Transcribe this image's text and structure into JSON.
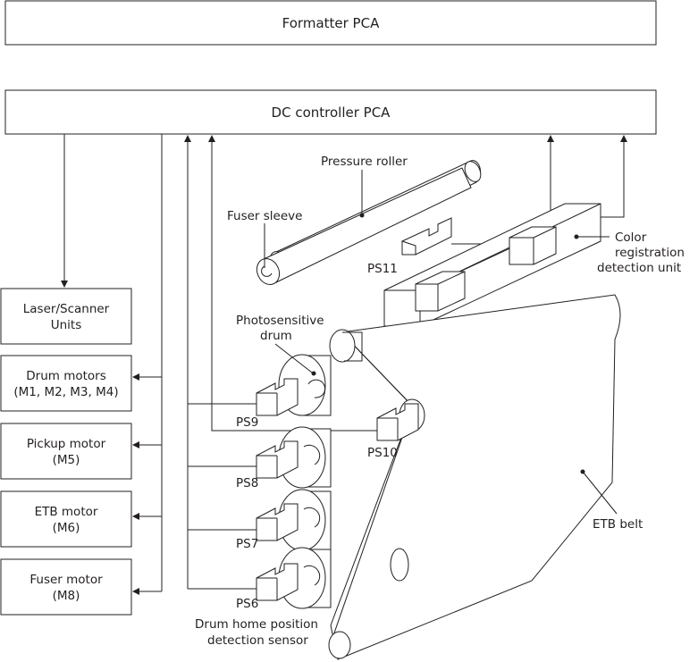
{
  "boxes": {
    "formatter": "Formatter PCA",
    "dc_controller": "DC controller PCA",
    "laser_line1": "Laser/Scanner",
    "laser_line2": "Units",
    "drum_motors_line1": "Drum motors",
    "drum_motors_line2": "(M1, M2, M3, M4)",
    "pickup_line1": "Pickup motor",
    "pickup_line2": "(M5)",
    "etb_motor_line1": "ETB motor",
    "etb_motor_line2": "(M6)",
    "fuser_motor_line1": "Fuser motor",
    "fuser_motor_line2": "(M8)"
  },
  "labels": {
    "pressure_roller": "Pressure roller",
    "fuser_sleeve": "Fuser sleeve",
    "ps11": "PS11",
    "color_reg_line1": "Color",
    "color_reg_line2": "registration",
    "color_reg_line3": "detection unit",
    "photosensitive_line1": "Photosensitive",
    "photosensitive_line2": "drum",
    "ps9": "PS9",
    "ps10": "PS10",
    "ps8": "PS8",
    "ps7": "PS7",
    "ps6": "PS6",
    "etb_belt": "ETB belt",
    "drum_home_line1": "Drum home position",
    "drum_home_line2": "detection sensor"
  }
}
